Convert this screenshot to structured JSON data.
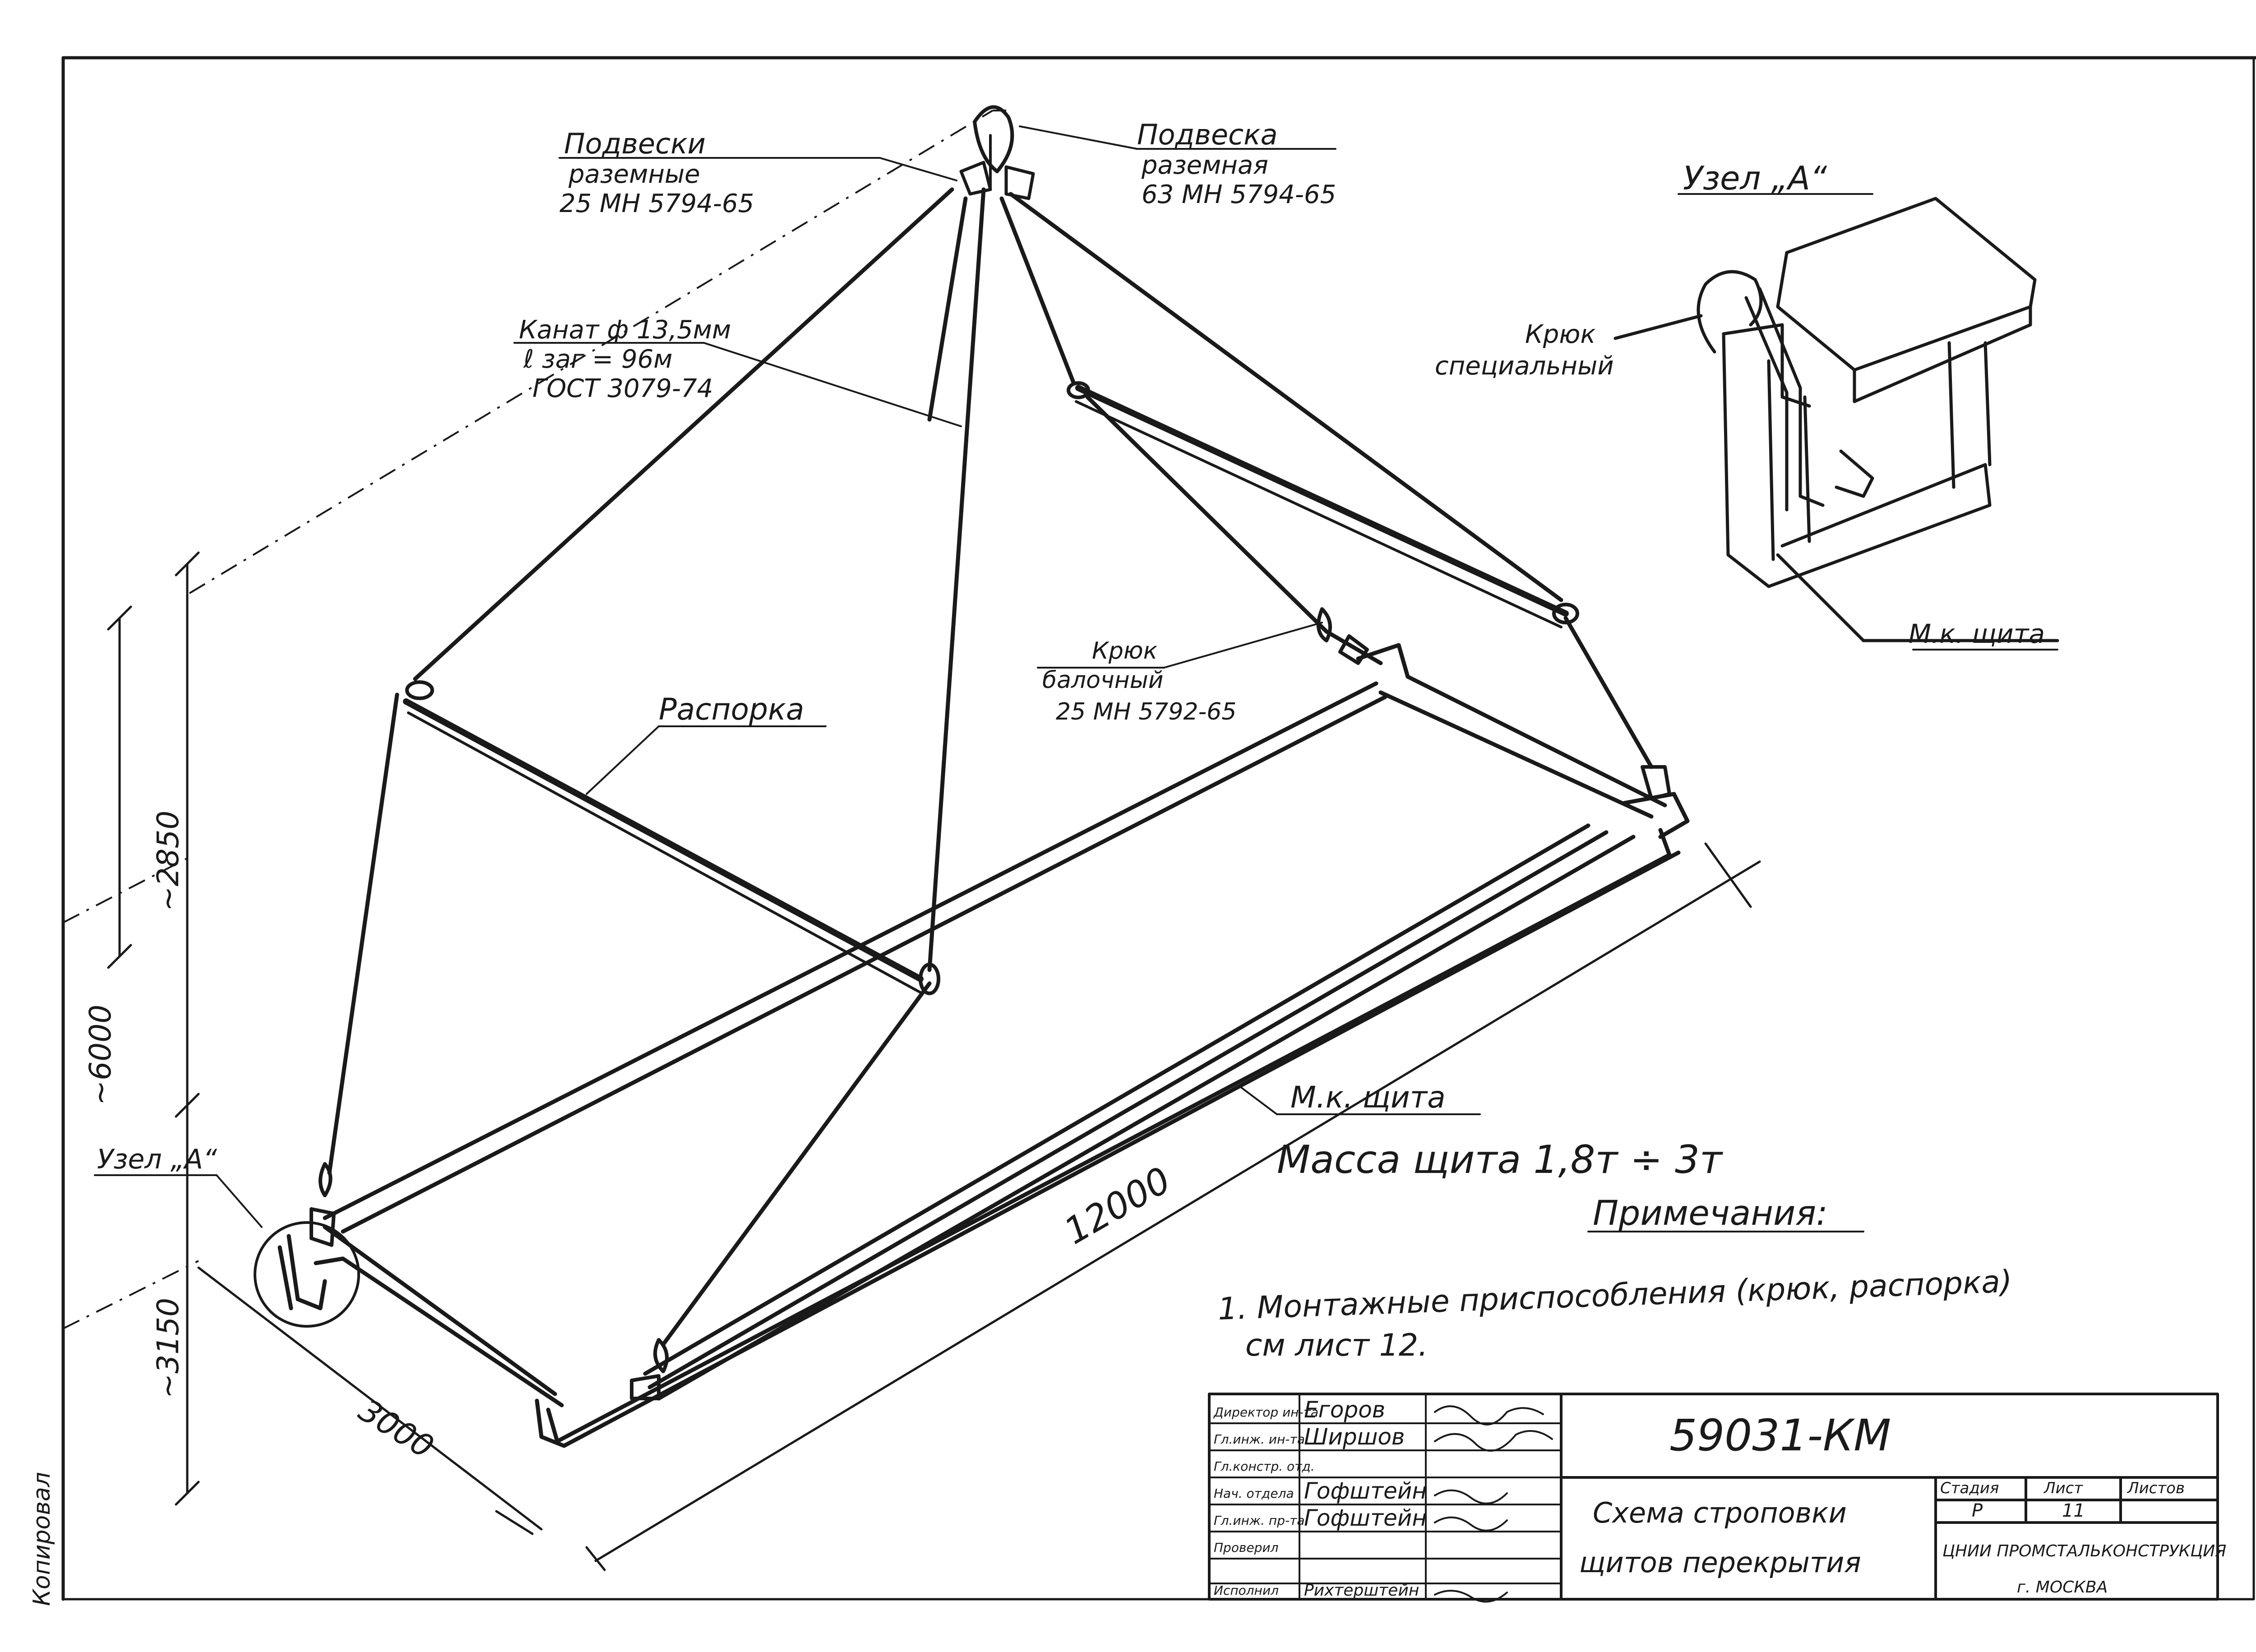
{
  "labels": {
    "podveski_title": "Подвески",
    "podveski_sub1": "раземные",
    "podveski_sub2": "25 МН 5794-65",
    "podveska_title": "Подвеска",
    "podveska_sub1": "раземная",
    "podveska_sub2": "63 МН 5794-65",
    "uzel_a_title": "Узел „А“",
    "kanat_line1": "Канат ф 13,5мм",
    "kanat_line2": "ℓ заг = 96м",
    "kanat_line3": "ГОСТ 3079-74",
    "kryuk_spec_line1": "Крюк",
    "kryuk_spec_line2": "специальный",
    "mk_shchita_top": "М.к. щита",
    "raspor_label": "Распорка",
    "kryuk_balk_line1": "Крюк",
    "kryuk_balk_line2": "балочный",
    "kryuk_balk_line3": "25 МН 5792-65",
    "mk_shchita_mid": "М.к. щита",
    "massa": "Масса щита 1,8т ÷ 3т",
    "uzel_a_left": "Узел „А“",
    "primechaniya": "Примечания:",
    "note1_line1": "1. Монтажные приспособления (крюк, распорка)",
    "note1_line2": "см лист 12."
  },
  "dimensions": {
    "d2850": "~2850",
    "d6000": "~6000",
    "d3150": "~3150",
    "d12000": "12000",
    "d3000": "3000"
  },
  "title_block": {
    "doc_number": "59031-КМ",
    "title_line1": "Схема строповки",
    "title_line2": "щитов перекрытия",
    "stage_header": "Стадия",
    "sheet_header": "Лист",
    "sheets_header": "Листов",
    "stage_value": "Р",
    "sheet_value": "11",
    "org_line1": "ЦНИИ ПРОМСТАЛЬКОНСТРУКЦИЯ",
    "org_line2": "г. МОСКВА",
    "signers": [
      {
        "role": "Директор ин-та",
        "name": "Егоров"
      },
      {
        "role": "Гл.инж. ин-та",
        "name": "Ширшов"
      },
      {
        "role": "Гл.констр. отд.",
        "name": ""
      },
      {
        "role": "Нач. отдела",
        "name": "Гофштейн"
      },
      {
        "role": "Гл.инж. пр-та",
        "name": "Гофштейн"
      },
      {
        "role": "Проверил",
        "name": ""
      },
      {
        "role": "Исполнил",
        "name": "Рихтерштейн"
      }
    ]
  },
  "margin_text": "Копировал"
}
